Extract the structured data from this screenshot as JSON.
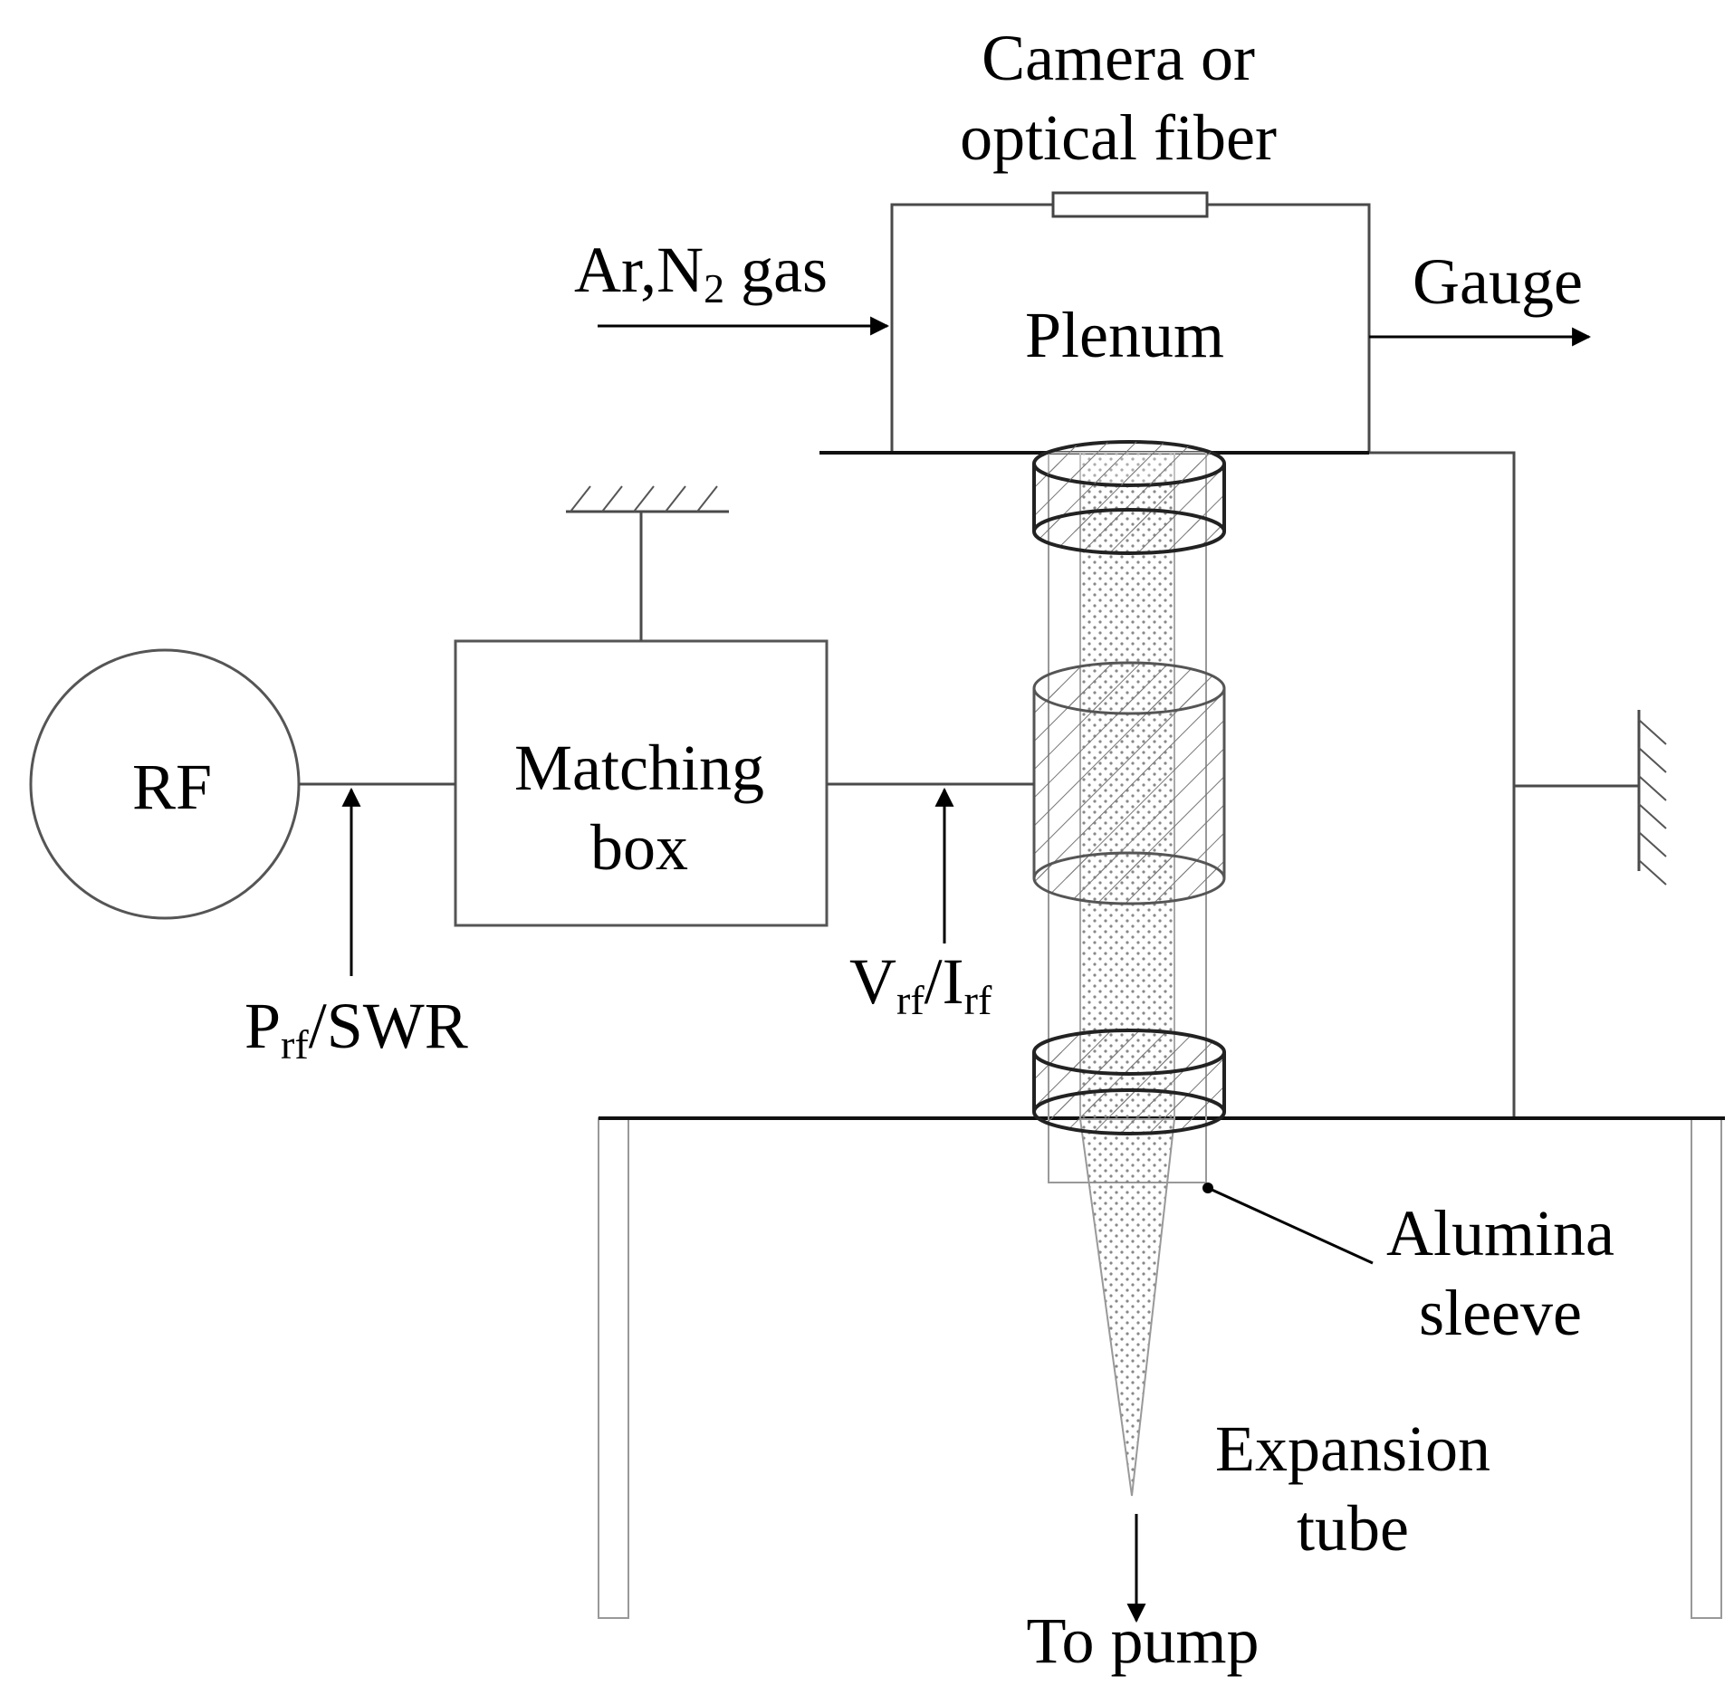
{
  "labels": {
    "camera_line1": "Camera or",
    "camera_line2": "optical fiber",
    "gas_prefix": "Ar,N",
    "gas_sub": "2",
    "gas_suffix": " gas",
    "gauge": "Gauge",
    "plenum": "Plenum",
    "rf": "RF",
    "matching_line1": "Matching",
    "matching_line2": "box",
    "prf_main": "P",
    "prf_sub": "rf",
    "prf_suffix": "/SWR",
    "vrf_main": "V",
    "vrf_sub": "rf",
    "vrf_mid": "/I",
    "irf_sub": "rf",
    "alumina_line1": "Alumina",
    "alumina_line2": "sleeve",
    "expansion_line1": "Expansion",
    "expansion_line2": "tube",
    "to_pump": "To pump"
  }
}
